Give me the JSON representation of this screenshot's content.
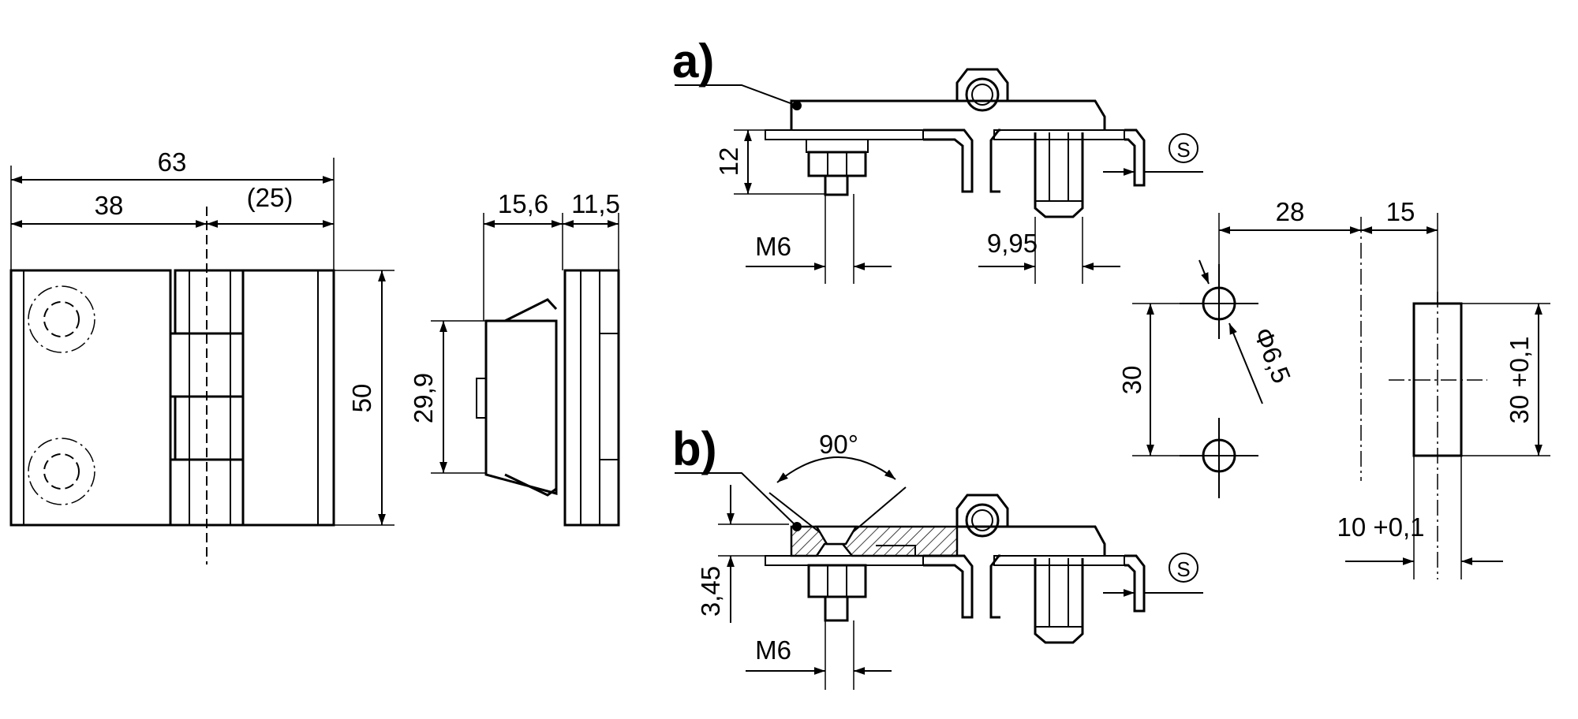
{
  "labels": {
    "view_a": "a)",
    "view_b": "b)",
    "surface_symbol": "S"
  },
  "front_view": {
    "overall_width": "63",
    "left_leaf_width": "38",
    "right_leaf_width": "(25)",
    "height": "50"
  },
  "side_view": {
    "depth_1": "15,6",
    "depth_2": "11,5",
    "height": "29,9"
  },
  "view_a_dims": {
    "thread": "M6",
    "thickness": "12",
    "offset": "9,95"
  },
  "view_b_dims": {
    "thread": "M6",
    "thickness": "3,45",
    "angle": "90°"
  },
  "hole_pattern": {
    "horizontal_1": "28",
    "horizontal_2": "15",
    "diameter": "Φ6,5",
    "vertical": "30",
    "cutout_height": "30 +0,1",
    "cutout_width": "10 +0,1"
  }
}
